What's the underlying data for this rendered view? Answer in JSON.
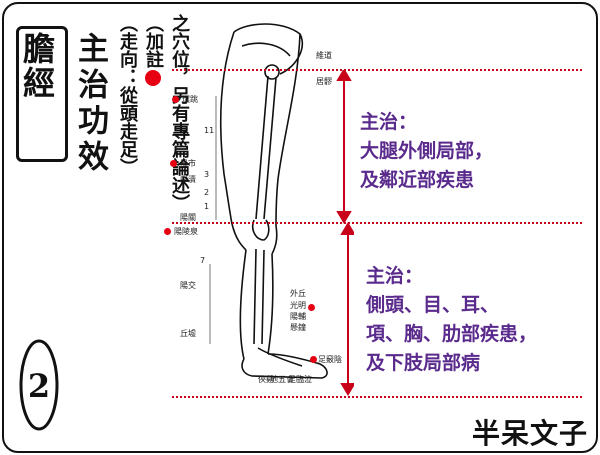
{
  "title": "膽經",
  "subtitle": "主治功效",
  "number": "2",
  "route": "（走向：從頭走足）",
  "note_part1": "（加註",
  "note_part2": "之穴位，另有專篇論述）",
  "sections": [
    {
      "heading": "主治：",
      "lines": [
        "大腿外側局部，",
        "及鄰近部疾患"
      ]
    },
    {
      "heading": "主治：",
      "lines": [
        "側頭、目、耳、",
        "項、胸、肋部疾患，",
        "及下肢局部病"
      ]
    }
  ],
  "acupoints": [
    "環跳",
    "風市",
    "中瀆",
    "陽關",
    "陽陵泉",
    "陽交",
    "丘墟",
    "外丘",
    "光明",
    "陽輔",
    "懸鐘",
    "足竅陰",
    "地五會",
    "居髎",
    "維道",
    "足臨泣",
    "俠谿"
  ],
  "scale_marks": [
    "11",
    "3",
    "2",
    "1",
    "7"
  ],
  "logo": "半呆文子",
  "colors": {
    "accent_red": "#e60012",
    "text_purple": "#5a2a8c",
    "line_red": "#c8001a"
  }
}
